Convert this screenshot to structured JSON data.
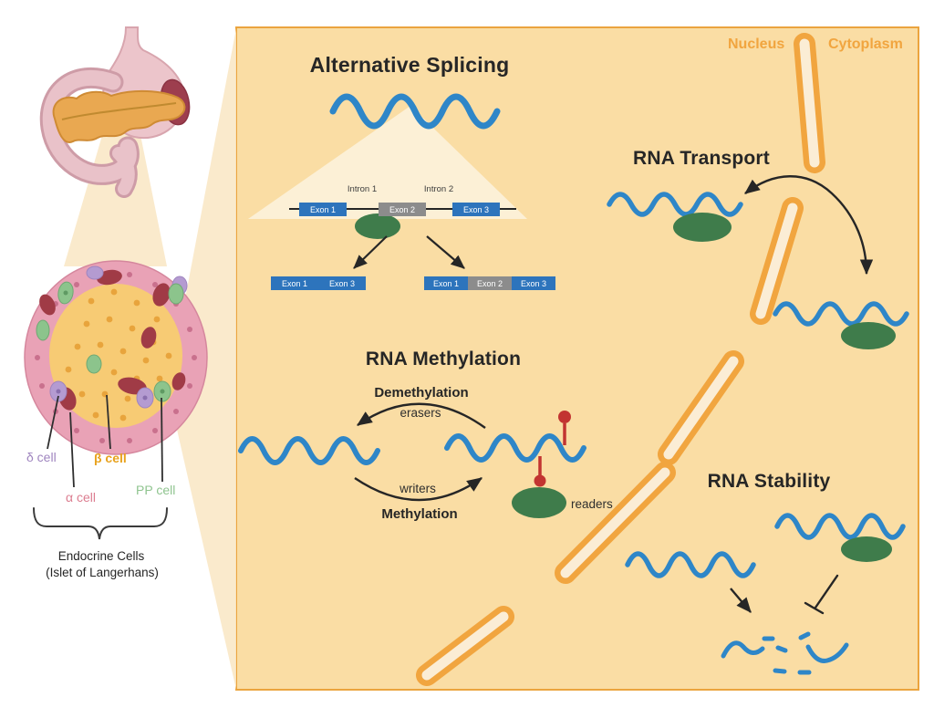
{
  "figure": {
    "pancreas_side": {
      "labels": {
        "delta_cell": "δ cell",
        "beta_cell": "β cell",
        "alpha_cell": "α cell",
        "pp_cell": "PP cell",
        "endocrine_line1": "Endocrine Cells",
        "endocrine_line2": "(Islet of Langerhans)"
      }
    },
    "panel": {
      "compartments": {
        "nucleus": "Nucleus",
        "cytoplasm": "Cytoplasm"
      },
      "sections": {
        "alternative_splicing": {
          "title": "Alternative Splicing",
          "intron1": "Intron 1",
          "intron2": "Intron 2",
          "gene_exons": [
            "Exon 1",
            "Exon 2",
            "Exon 3"
          ],
          "isoform1": [
            "Exon 1",
            "Exon 3"
          ],
          "isoform2": [
            "Exon 1",
            "Exon 2",
            "Exon 3"
          ]
        },
        "rna_transport": {
          "title": "RNA Transport"
        },
        "rna_methylation": {
          "title": "RNA Methylation",
          "demethylation": "Demethylation",
          "erasers": "erasers",
          "writers": "writers",
          "methylation": "Methylation",
          "readers": "readers"
        },
        "rna_stability": {
          "title": "RNA Stability"
        }
      }
    },
    "colors": {
      "panel_fill": "#FADDA4",
      "panel_border": "#EBA43E",
      "beam_cream": "#FAE8C6",
      "membrane_orange": "#F1A53F",
      "membrane_core": "#FBEDD5",
      "rna_blue": "#2E86C8",
      "protein_green": "#3F7C4B",
      "methyl_red": "#C23431",
      "exon_blue": "#2D74BC",
      "exon_gray": "#8C8C8C",
      "compartment_label_orange": "#F1A53F",
      "delta_purple": "#9F85BF",
      "beta_orange": "#E8A21D",
      "alpha_pink": "#DC7D90",
      "pp_green": "#8FC48F",
      "text_dark": "#262626"
    }
  }
}
